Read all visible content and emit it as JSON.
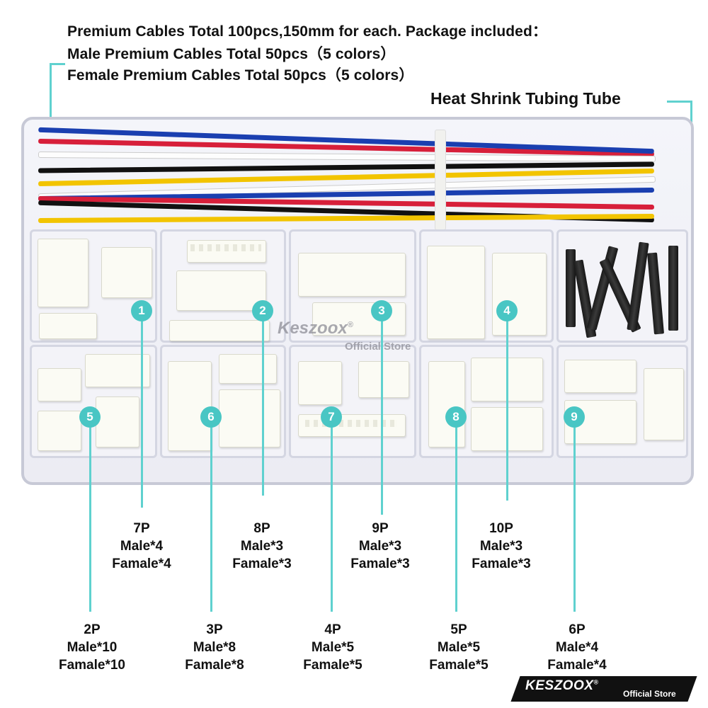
{
  "header": {
    "line1": "Premium Cables Total 100pcs,150mm for each. Package included：",
    "line2": "Male Premium Cables Total 50pcs（5 colors）",
    "line3": "Female Premium Cables Total 50pcs（5 colors）"
  },
  "heat_shrink_label": "Heat Shrink Tubing Tube",
  "markers": [
    "1",
    "2",
    "3",
    "4",
    "5",
    "6",
    "7",
    "8",
    "9"
  ],
  "labels": {
    "c1": {
      "pins": "7P",
      "male": "Male*4",
      "female": "Famale*4"
    },
    "c2": {
      "pins": "8P",
      "male": "Male*3",
      "female": "Famale*3"
    },
    "c3": {
      "pins": "9P",
      "male": "Male*3",
      "female": "Famale*3"
    },
    "c4": {
      "pins": "10P",
      "male": "Male*3",
      "female": "Famale*3"
    },
    "c5": {
      "pins": "2P",
      "male": "Male*10",
      "female": "Famale*10"
    },
    "c6": {
      "pins": "3P",
      "male": "Male*8",
      "female": "Famale*8"
    },
    "c7": {
      "pins": "4P",
      "male": "Male*5",
      "female": "Famale*5"
    },
    "c8": {
      "pins": "5P",
      "male": "Male*5",
      "female": "Famale*5"
    },
    "c9": {
      "pins": "6P",
      "male": "Male*4",
      "female": "Famale*4"
    }
  },
  "watermark": {
    "brand": "Keszoox",
    "registered": "®",
    "sub": "Official Store"
  },
  "logo": {
    "brand": "KESZOOX",
    "registered": "®",
    "sub": "Official Store"
  },
  "colors": {
    "accent": "#49c6c4",
    "wire_colors": [
      "#d71f3a",
      "#1a3fb0",
      "#111111",
      "#f2c400",
      "#ffffff"
    ]
  }
}
